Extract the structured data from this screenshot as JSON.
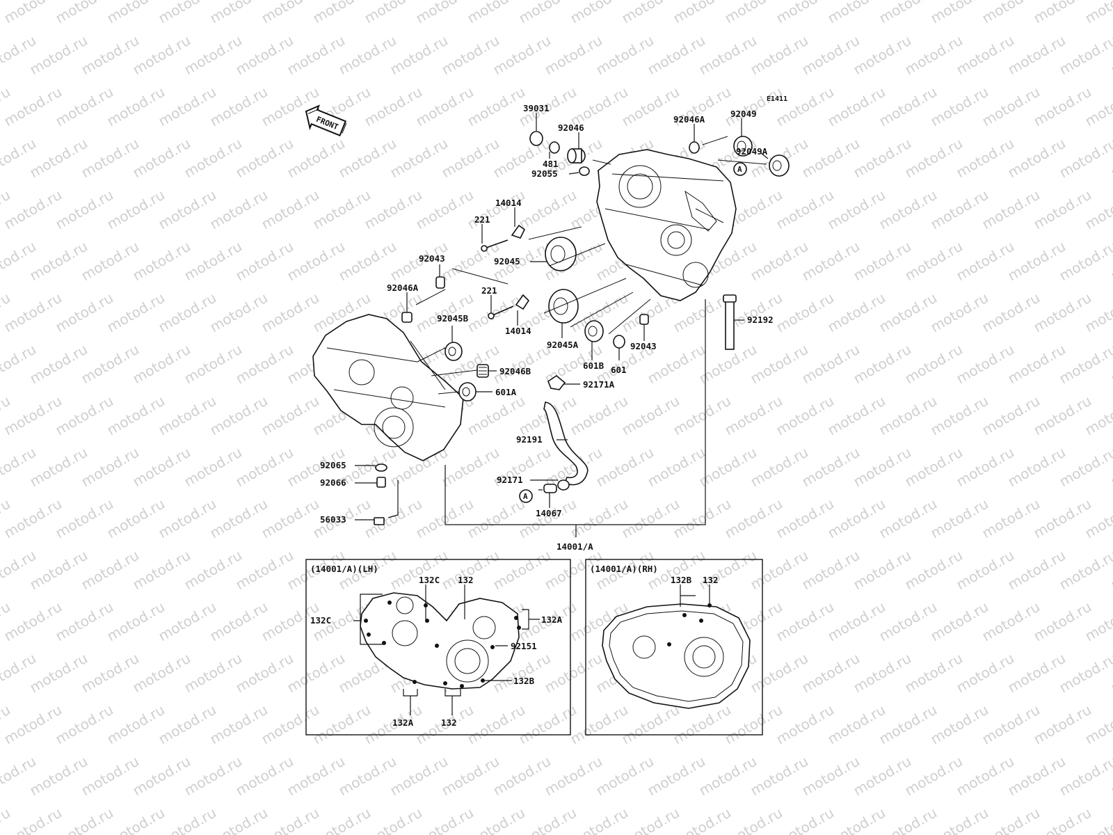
{
  "diagram_code": "E1411",
  "front_label": "FRONT",
  "watermark": "motod.ru",
  "ref_marker": "A",
  "labels": {
    "p39031": "39031",
    "p92046": "92046",
    "p481": "481",
    "p92055": "92055",
    "p92046A_top": "92046A",
    "p92049": "92049",
    "p92049A": "92049A",
    "p14014_top": "14014",
    "p221_top": "221",
    "p92045": "92045",
    "p92043_left": "92043",
    "p92046A_left": "92046A",
    "p221_mid": "221",
    "p14014_mid": "14014",
    "p92045B": "92045B",
    "p92045A": "92045A",
    "p601B": "601B",
    "p601": "601",
    "p92043_right": "92043",
    "p92192": "92192",
    "p92046B": "92046B",
    "p601A": "601A",
    "p92171A": "92171A",
    "p92191": "92191",
    "p92171": "92171",
    "p14067": "14067",
    "p92065": "92065",
    "p92066": "92066",
    "p56033": "56033",
    "p14001A": "14001/A"
  },
  "inset_lh": {
    "title": "(14001/A)(LH)",
    "l132C_top": "132C",
    "l132_top": "132",
    "l132C_left": "132C",
    "l132A_right": "132A",
    "l92151": "92151",
    "l132B": "132B",
    "l132A_bottom": "132A",
    "l132_bottom": "132"
  },
  "inset_rh": {
    "title": "(14001/A)(RH)",
    "l132B": "132B",
    "l132": "132"
  }
}
